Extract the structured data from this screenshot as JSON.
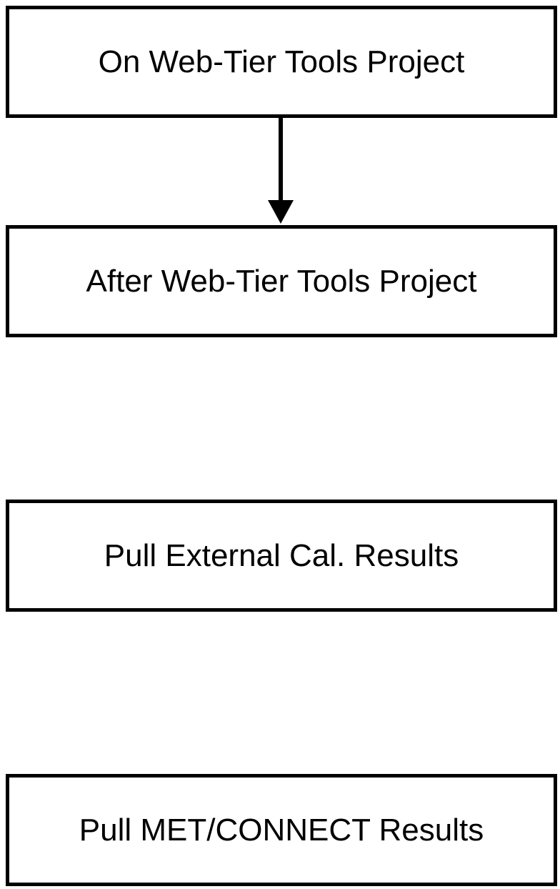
{
  "diagram": {
    "nodes": [
      {
        "id": "box-1",
        "label": "On Web-Tier Tools Project"
      },
      {
        "id": "box-2",
        "label": "After Web-Tier Tools Project"
      },
      {
        "id": "box-3",
        "label": "Pull External Cal. Results"
      },
      {
        "id": "box-4",
        "label": "Pull MET/CONNECT Results"
      }
    ],
    "edges": [
      {
        "from": "box-1",
        "to": "box-2"
      }
    ],
    "colors": {
      "stroke": "#000000",
      "fill": "#ffffff"
    }
  }
}
